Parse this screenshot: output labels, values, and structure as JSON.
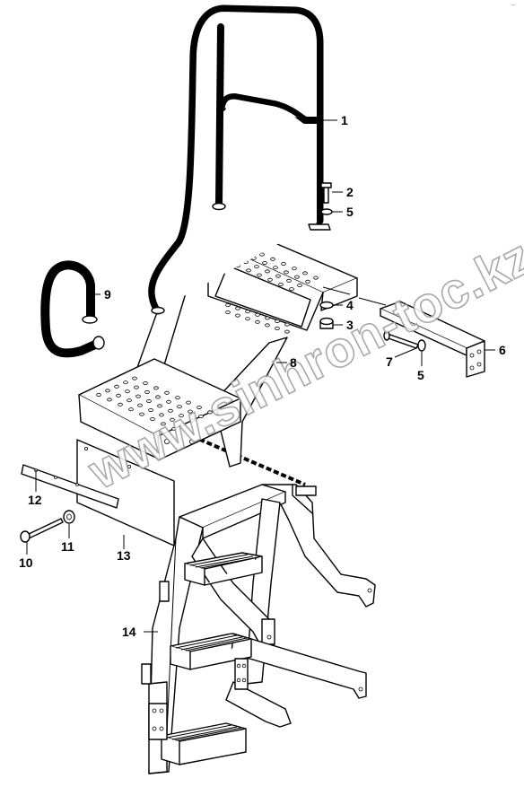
{
  "watermark": "www.sinhron-toc.kz",
  "corner_mark": "~",
  "callouts": [
    {
      "id": "c1",
      "label": "1"
    },
    {
      "id": "c2",
      "label": "2"
    },
    {
      "id": "c5a",
      "label": "5"
    },
    {
      "id": "c4",
      "label": "4"
    },
    {
      "id": "c3",
      "label": "3"
    },
    {
      "id": "c6",
      "label": "6"
    },
    {
      "id": "c7",
      "label": "7"
    },
    {
      "id": "c5b",
      "label": "5"
    },
    {
      "id": "c8",
      "label": "8"
    },
    {
      "id": "c9",
      "label": "9"
    },
    {
      "id": "c12",
      "label": "12"
    },
    {
      "id": "c11",
      "label": "11"
    },
    {
      "id": "c10",
      "label": "10"
    },
    {
      "id": "c13",
      "label": "13"
    },
    {
      "id": "c14",
      "label": "14"
    }
  ]
}
